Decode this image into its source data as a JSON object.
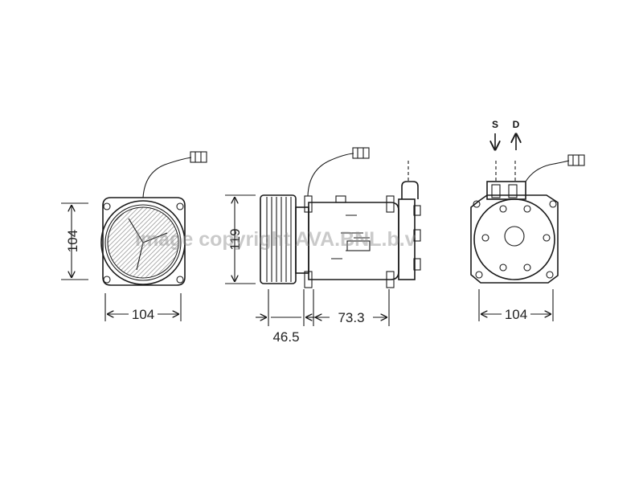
{
  "views": {
    "front": {
      "height_dim": "104",
      "width_dim": "104"
    },
    "side": {
      "height_dim": "119",
      "pulley_dim": "46.5",
      "body_dim": "73.3"
    },
    "rear": {
      "suction_label": "S",
      "discharge_label": "D",
      "width_dim": "104"
    }
  },
  "watermark": "Image copyright AVA.BNL.b.v",
  "colors": {
    "line": "#1a1a1a",
    "hatch": "#9a9a9a",
    "watermark": "#8c8c8c"
  }
}
